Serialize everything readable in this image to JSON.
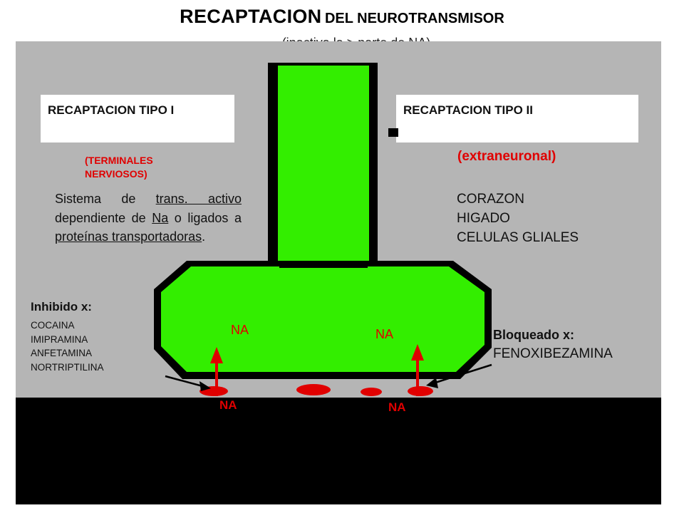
{
  "title": {
    "main": "RECAPTACION",
    "rest": "DEL NEUROTRANSMISOR"
  },
  "subtitle": "(inactiva la > parte de NA)",
  "colors": {
    "neuron": "#33ee00",
    "neuron_border": "#000000",
    "panel": "#b5b5b5",
    "arrow": "#e00000",
    "vesicle": "#e00000",
    "floor": "#000000"
  },
  "box_type1": {
    "label": "RECAPTACION TIPO I",
    "sub": "(TERMINALES NERVIOSOS)"
  },
  "box_type2": {
    "label": "RECAPTACION TIPO II",
    "sub": "(extraneuronal)"
  },
  "organs": [
    "CORAZON",
    "HIGADO",
    "CELULAS GLIALES"
  ],
  "sistema": {
    "s1": "Sistema de ",
    "u1": "trans. activo",
    "s2": " dependiente de ",
    "u2": "Na",
    "s3": " o ligados a ",
    "u3": "proteínas transportadoras",
    "s4": "."
  },
  "inhibido": {
    "title": "Inhibido x:",
    "items": [
      "COCAINA",
      "IMIPRAMINA",
      "ANFETAMINA",
      "NORTRIPTILINA"
    ]
  },
  "bloqueado": {
    "title": "Bloqueado x:",
    "item": "FENOXIBEZAMINA"
  },
  "na_labels": {
    "inside_left": "NA",
    "inside_right": "NA",
    "cleft_left": "NA",
    "cleft_right": "NA"
  }
}
